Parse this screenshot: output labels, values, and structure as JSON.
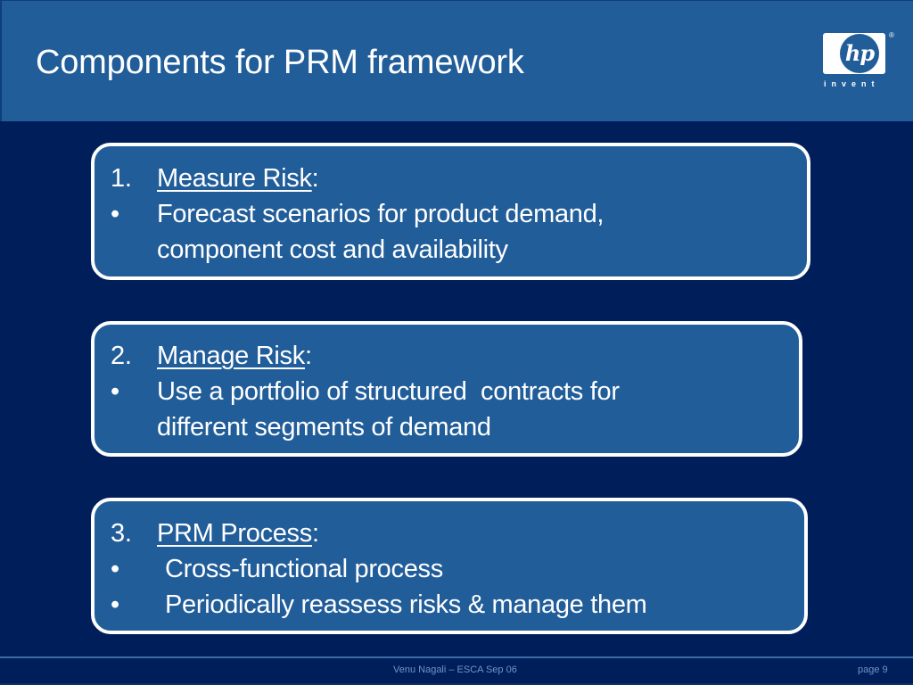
{
  "slide": {
    "title": "Components for PRM framework",
    "logo": {
      "glyph": "hp",
      "registered": "®",
      "tagline": "invent"
    },
    "colors": {
      "background": "#001e5a",
      "header": "#215d99",
      "box_fill": "#215d99",
      "box_border": "#ffffff",
      "footer_text": "#6f95c8"
    },
    "boxes": [
      {
        "number": "1.",
        "heading": "Measure Risk",
        "colon": ":",
        "bullets": [
          {
            "marker": "•",
            "lines": [
              "Forecast scenarios for product demand,",
              "component cost and availability"
            ]
          }
        ]
      },
      {
        "number": "2.",
        "heading": "Manage Risk",
        "colon": ":",
        "bullets": [
          {
            "marker": "•",
            "lines": [
              "Use a portfolio of structured  contracts for",
              "different segments of demand"
            ]
          }
        ]
      },
      {
        "number": "3.",
        "heading": "PRM Process",
        "colon": ":",
        "bullets": [
          {
            "marker": "•",
            "lines": [
              "Cross-functional process"
            ]
          },
          {
            "marker": "•",
            "lines": [
              "Periodically reassess risks & manage them"
            ]
          }
        ]
      }
    ],
    "footer": {
      "author": "Venu Nagali – ESCA Sep 06",
      "page": "page 9"
    }
  }
}
